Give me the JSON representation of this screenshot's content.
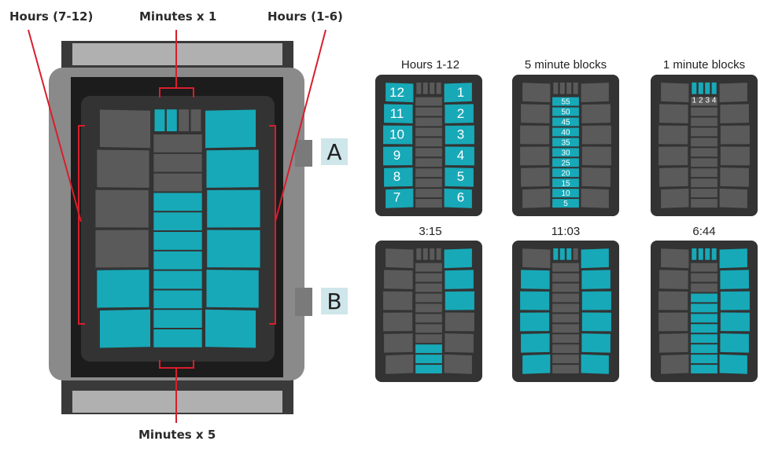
{
  "callouts": {
    "hours_left": "Hours (7-12)",
    "minutes_x1": "Minutes x 1",
    "hours_right": "Hours (1-6)",
    "minutes_x5": "Minutes x 5"
  },
  "buttons": {
    "a": "A",
    "b": "B"
  },
  "colors": {
    "teal": "#17a9b8",
    "segment": "#5a5a5a",
    "face": "#333333",
    "case": "#8a8a8a",
    "callout": "#d81e2c"
  },
  "panels": [
    {
      "title": "Hours 1-12",
      "left_numbers": [
        "12",
        "11",
        "10",
        "9",
        "8",
        "7"
      ],
      "right_numbers": [
        "1",
        "2",
        "3",
        "4",
        "5",
        "6"
      ]
    },
    {
      "title": "5 minute blocks",
      "center_numbers": [
        "55",
        "50",
        "45",
        "40",
        "35",
        "30",
        "25",
        "20",
        "15",
        "10",
        "5"
      ]
    },
    {
      "title": "1 minute blocks",
      "top_numbers": [
        "1",
        "2",
        "3",
        "4"
      ]
    },
    {
      "title": "3:15",
      "hours": 3,
      "minutes": 15
    },
    {
      "title": "11:03",
      "hours": 11,
      "minutes": 3
    },
    {
      "title": "6:44",
      "hours": 6,
      "minutes": 44
    }
  ]
}
